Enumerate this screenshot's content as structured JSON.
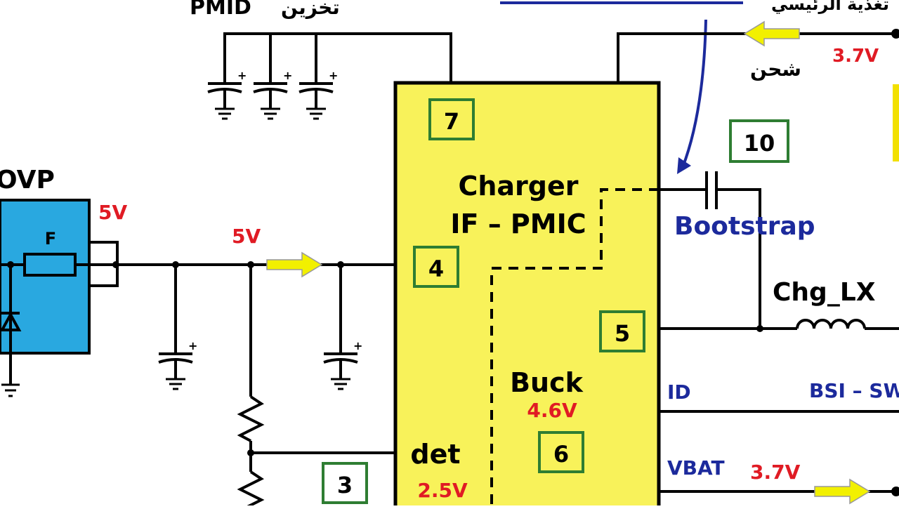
{
  "chip": {
    "title_line1": "Charger",
    "title_line2": "IF – PMIC",
    "buck_label": "Buck",
    "buck_voltage": "4.6V",
    "det_label": "det",
    "det_voltage": "2.5V"
  },
  "ovp": {
    "label": "OVP",
    "fuse_label": "F",
    "output_voltage": "5V"
  },
  "pmid": {
    "label": "PMID",
    "arabic_label": "تخزين"
  },
  "input_line": {
    "voltage": "5V"
  },
  "charge": {
    "arabic_label": "شحن",
    "voltage": "3.7V",
    "top_right_partial": "تغذية الرئيسي"
  },
  "bootstrap": {
    "label": "Bootstrap"
  },
  "chg_lx": {
    "label": "Chg_LX"
  },
  "pins": {
    "id": "ID",
    "bsi": "BSI – SW",
    "vbat": "VBAT",
    "vbat_voltage": "3.7V"
  },
  "markers": [
    "3",
    "4",
    "5",
    "6",
    "7",
    "10"
  ],
  "colors": {
    "chip_fill": "#f8f25a",
    "ovp_fill": "#29a8e0",
    "voltage_red": "#e01b24",
    "label_blue": "#1c2a9c",
    "marker_green": "#2e7d32",
    "arrow_yellow": "#f2f000"
  }
}
